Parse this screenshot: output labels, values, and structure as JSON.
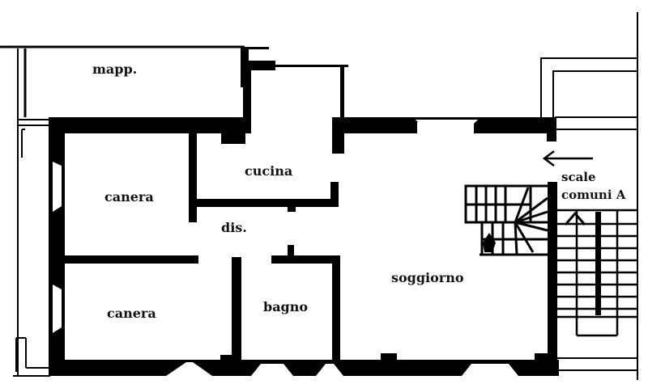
{
  "plan": {
    "type": "apartment-floor-plan",
    "wall_color": "#000000",
    "background": "#ffffff",
    "rooms": [
      {
        "id": "mapp",
        "label": "mapp."
      },
      {
        "id": "cucina",
        "label": "cucina"
      },
      {
        "id": "camera-top",
        "label": "canera"
      },
      {
        "id": "dis",
        "label": "dis."
      },
      {
        "id": "camera-bottom",
        "label": "canera"
      },
      {
        "id": "bagno",
        "label": "bagno"
      },
      {
        "id": "soggiorno",
        "label": "soggiorno"
      }
    ],
    "stairs": {
      "label_line1": "scale",
      "label_line2": "comuni A",
      "arrow_direction": "left"
    }
  }
}
